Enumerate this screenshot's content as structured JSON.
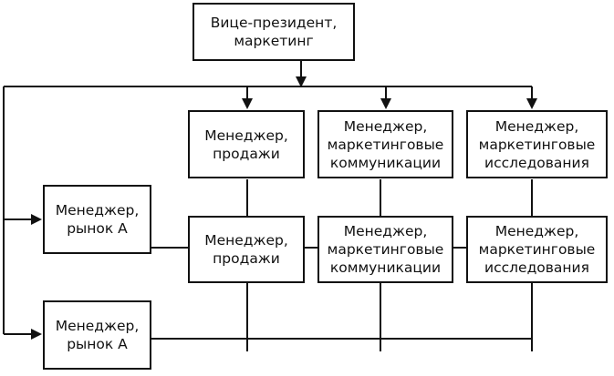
{
  "diagram": {
    "vp": {
      "label": "Вице-президент,\nмаркетинг"
    },
    "top_row": [
      {
        "label": "Менеджер,\nпродажи"
      },
      {
        "label": "Менеджер,\nмаркетинговые\nкоммуникации"
      },
      {
        "label": "Менеджер,\nмаркетинговые\nисследования"
      }
    ],
    "market_a1": {
      "label": "Менеджер,\nрынок А",
      "row": [
        {
          "label": "Менеджер,\nпродажи"
        },
        {
          "label": "Менеджер,\nмаркетинговые\nкоммуникации"
        },
        {
          "label": "Менеджер,\nмаркетинговые\nисследования"
        }
      ]
    },
    "market_a2": {
      "label": "Менеджер,\nрынок А"
    }
  }
}
